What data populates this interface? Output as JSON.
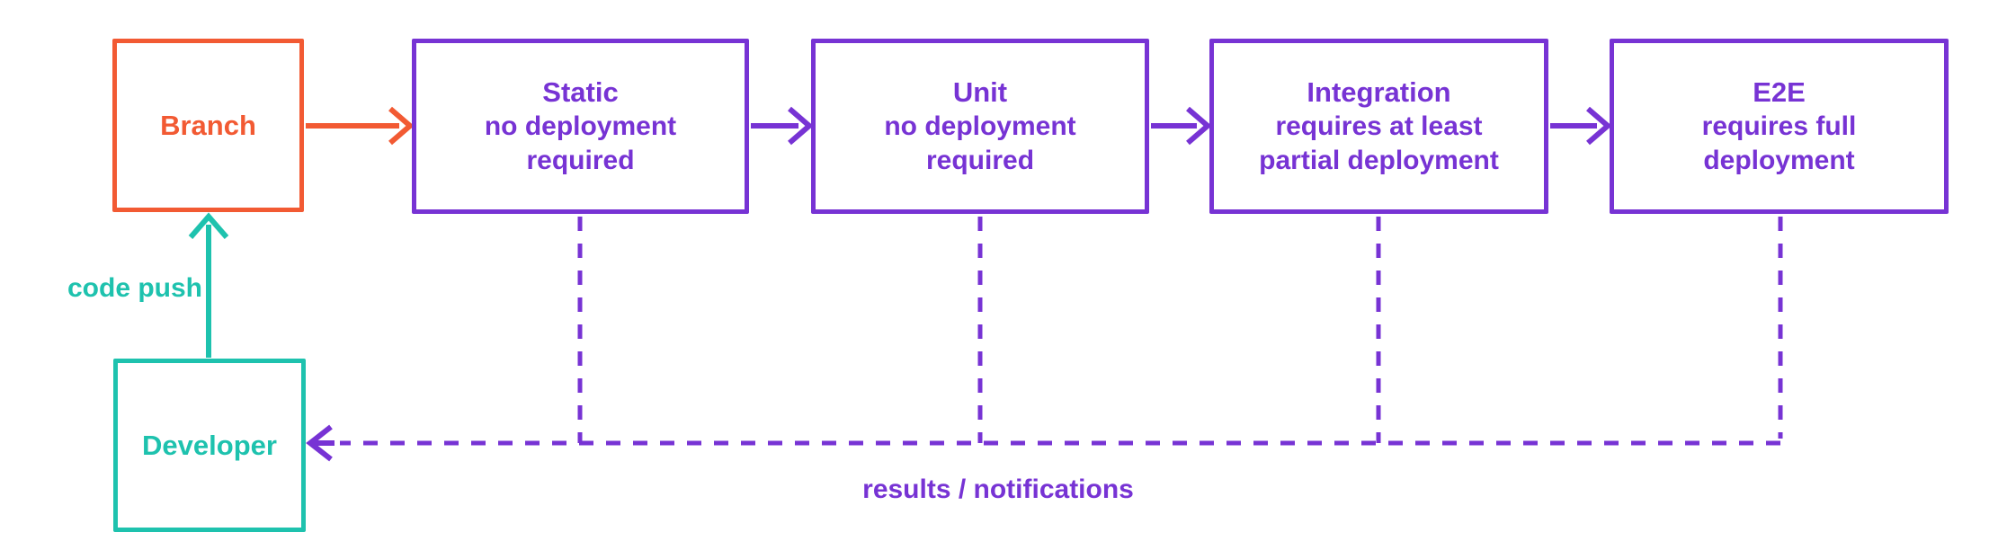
{
  "diagram_title": "",
  "colors": {
    "orange": "#F25A33",
    "purple": "#7733D4",
    "teal": "#1EC2AE",
    "background": "#FFFFFF"
  },
  "nodes": [
    {
      "id": "branch",
      "title": "Branch",
      "subtitle": ""
    },
    {
      "id": "static",
      "title": "Static",
      "subtitle": "no deployment required"
    },
    {
      "id": "unit",
      "title": "Unit",
      "subtitle": "no deployment required"
    },
    {
      "id": "integration",
      "title": "Integration",
      "subtitle": "requires at least partial deployment"
    },
    {
      "id": "e2e",
      "title": "E2E",
      "subtitle": "requires full deployment"
    },
    {
      "id": "developer",
      "title": "Developer",
      "subtitle": ""
    }
  ],
  "edge_labels": {
    "code_push": "code push",
    "results": "results / notifications"
  }
}
